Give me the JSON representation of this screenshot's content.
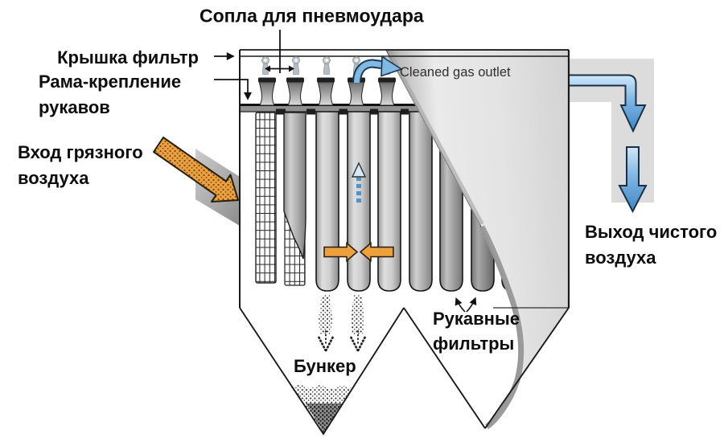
{
  "diagram": {
    "title": "Сопла для пневмоудара",
    "labels": {
      "lid": "Крышка фильтр",
      "frame": {
        "line1": "Рама-крепление",
        "line2": "рукавов"
      },
      "dirty_inlet": {
        "line1": "Вход грязного",
        "line2": "воздуха"
      },
      "cleaned_gas_outlet": "Cleaned gas outlet",
      "clean_outlet": {
        "line1": "Выход чистого",
        "line2": "воздуха"
      },
      "bag_filters": {
        "line1": "Рукавные",
        "line2": "фильтры"
      },
      "hopper": "Бункер"
    },
    "colors": {
      "label_text": "#0d0d0d",
      "outline": "#1a1a1a",
      "accent_orange": "#eca13e",
      "flow_blue": "#5593cc",
      "flow_blue_light": "#cfe7f8",
      "pulse_blue": "#4f93ce",
      "duct_gray": "#dcdcdc",
      "panel_gray": "#e4e4e4",
      "bag_gray": "#c9c9c9"
    }
  }
}
